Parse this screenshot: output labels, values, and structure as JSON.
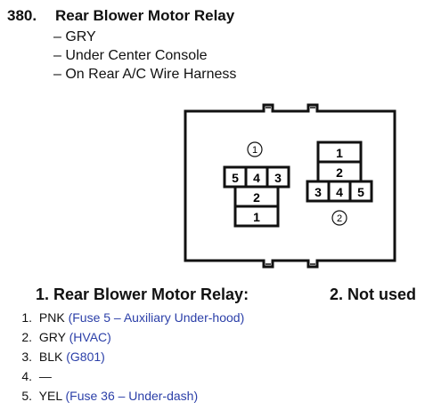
{
  "header": {
    "number": "380.",
    "title": "Rear Blower Motor Relay",
    "attributes": [
      "– GRY",
      "– Under Center Console",
      "– On Rear A/C Wire Harness"
    ]
  },
  "diagram": {
    "connector1": {
      "callout": "①",
      "pins_top": [
        "5",
        "4",
        "3"
      ],
      "pin_mid": "2",
      "pin_bottom": "1"
    },
    "connector2": {
      "callout": "②",
      "pin_top": "1",
      "pin_mid": "2",
      "pins_bottom": [
        "3",
        "4",
        "5"
      ]
    }
  },
  "captions": {
    "relay": "1. Rear Blower Motor Relay:",
    "unused": "2. Not used"
  },
  "pins": [
    {
      "index": "1.",
      "wire": "PNK",
      "note": "(Fuse 5 – Auxiliary Under-hood)"
    },
    {
      "index": "2.",
      "wire": "GRY",
      "note": "(HVAC)"
    },
    {
      "index": "3.",
      "wire": "BLK",
      "note": "(G801)"
    },
    {
      "index": "4.",
      "wire": "—",
      "note": ""
    },
    {
      "index": "5.",
      "wire": "YEL",
      "note": "(Fuse 36 – Under-dash)"
    }
  ],
  "colors": {
    "link": "#2b3fa8",
    "line": "#111111"
  }
}
